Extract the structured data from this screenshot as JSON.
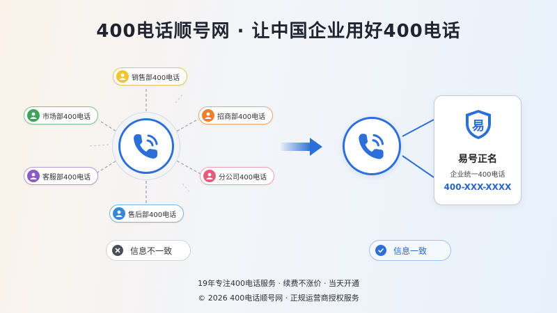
{
  "title": "400电话顺号网 · 让中国企业用好400电话",
  "departments": {
    "sales": "销售部400电话",
    "market": "市场部400电话",
    "merchant": "招商部400电话",
    "service": "客服部400电话",
    "branch": "分公司400电话",
    "aftersale": "售后部400电话"
  },
  "status_bad": "信息不一致",
  "status_good": "信息一致",
  "card": {
    "badge": "易",
    "name": "易号正名",
    "desc": "企业统一400电话",
    "number": "400-XXX-XXXX"
  },
  "footer": {
    "line1": "19年专注400电话服务 · 续费不涨价 · 当天开通",
    "line2": "© 2026 400电话顺号网 · 正规运营商授权服务"
  },
  "colors": {
    "accent": "#2d6fd8",
    "number": "#2a64c4"
  }
}
